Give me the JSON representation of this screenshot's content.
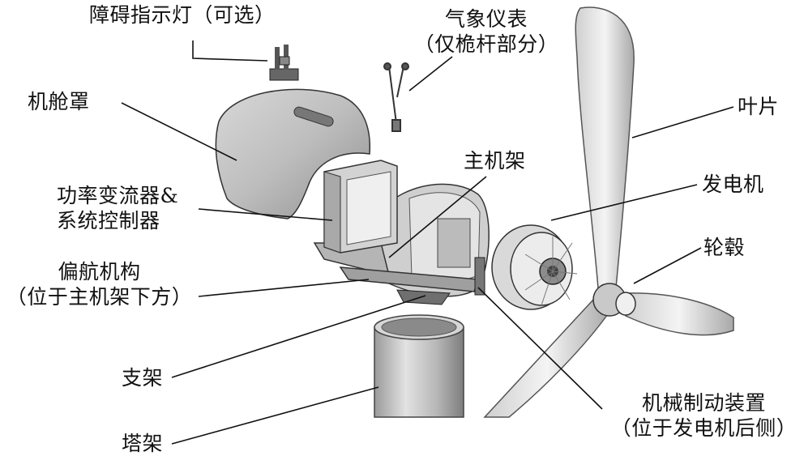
{
  "diagram": {
    "labels": {
      "obstruction_light": [
        "障碍指示灯（可选）"
      ],
      "met_instruments": [
        "气象仪表",
        "（仅桅杆部分）"
      ],
      "nacelle_cover": [
        "机舱罩"
      ],
      "blade": [
        "叶片"
      ],
      "main_frame": [
        "主机架"
      ],
      "power_converter": [
        "功率变流器&",
        "系统控制器"
      ],
      "generator": [
        "发电机"
      ],
      "hub": [
        "轮毂"
      ],
      "yaw_mechanism": [
        "偏航机构",
        "（位于主机架下方）"
      ],
      "support": [
        "支架"
      ],
      "mechanical_brake": [
        "机械制动装置",
        "（位于发电机后侧）"
      ],
      "tower": [
        "塔架"
      ]
    }
  }
}
